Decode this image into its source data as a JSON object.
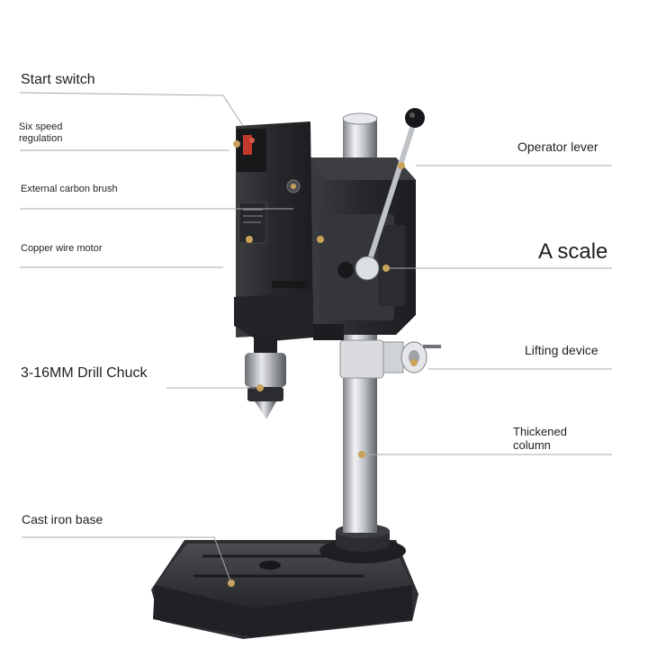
{
  "labels": {
    "start_switch": "Start switch",
    "six_speed": "Six speed regulation",
    "carbon_brush": "External carbon brush",
    "copper_motor": "Copper wire motor",
    "drill_chuck": "3-16MM Drill Chuck",
    "cast_iron_base": "Cast iron base",
    "operator_lever": "Operator lever",
    "a_scale": "A scale",
    "lifting_device": "Lifting device",
    "thickened_column": "Thickened column"
  },
  "colors": {
    "background": "#ffffff",
    "machine_body": "#2b2d30",
    "column_steel": "#c9ccd0",
    "base_iron": "#3a3c40",
    "marker": "#c9a35a",
    "switch_red": "#c0392b",
    "leader_line": "#9a9a9a"
  }
}
